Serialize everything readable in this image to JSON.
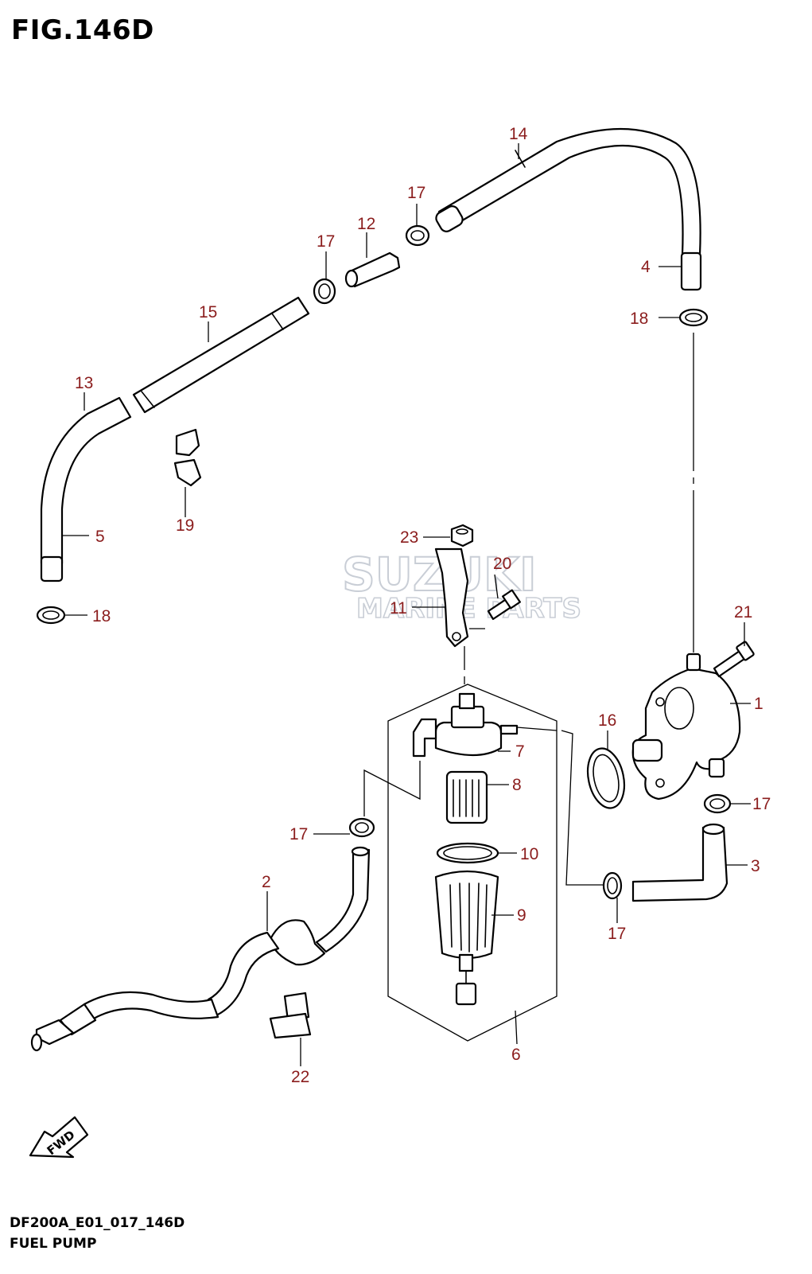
{
  "figure": {
    "title": "FIG.146D",
    "code": "DF200A_E01_017_146D",
    "name": "FUEL PUMP"
  },
  "watermark": {
    "line1": "SUZUKI",
    "line2": "MARINE PARTS"
  },
  "direction_label": "FWD",
  "callouts": [
    "1",
    "2",
    "3",
    "4",
    "5",
    "6",
    "7",
    "8",
    "9",
    "10",
    "11",
    "12",
    "13",
    "14",
    "15",
    "16",
    "17",
    "18",
    "19",
    "20",
    "21",
    "22",
    "23"
  ],
  "colors": {
    "callout": "#8b1d1d",
    "line": "#000000",
    "watermark": "#c9ced6"
  }
}
